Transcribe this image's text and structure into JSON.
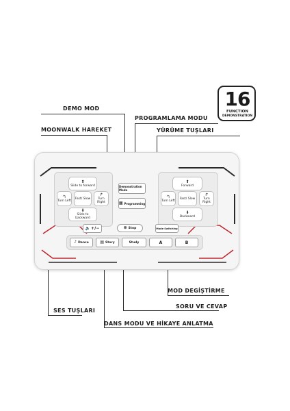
{
  "labels": {
    "demo_mod": "DEMO MOD",
    "programlama_modu": "PROGRAMLAMA MODU",
    "moonwalk_hareket": "MOONWALK HAREKET",
    "yurume_tuslari": "YÜRÜME TUŞLARI",
    "mod_degistirme": "MOD DEGİŞTİRME",
    "soru_ve_cevap": "SORU VE CEVAP",
    "ses_tuslari": "SES TUŞLARI",
    "dans_modu": "DANS MODU VE HİKAYE ANLATMA"
  },
  "badge": {
    "number": "16",
    "line1": "FUNCTION",
    "line2": "DEMONSTRATION"
  },
  "remote": {
    "left_pad": {
      "up": "Slide to forward",
      "left": "Turn Left",
      "center": "Fast/ Slow",
      "right": "Turn Right",
      "down": "Slide to backward"
    },
    "right_pad": {
      "up": "Forward",
      "left": "Turn Left",
      "center": "Fast/ Slow",
      "right": "Turn Right",
      "down": "Backward"
    },
    "demo_button": "Demonstration Mode",
    "programming_button": "Programming",
    "volume_button": "+/−",
    "stop_button": "Stop",
    "mode_switch_button": "Mode Switching",
    "dance_button": "Dance",
    "story_button": "Story",
    "study_button": "Study",
    "a_button": "A",
    "b_button": "B"
  },
  "colors": {
    "accent_red": "#c0262d",
    "line": "#2b2b2b"
  }
}
